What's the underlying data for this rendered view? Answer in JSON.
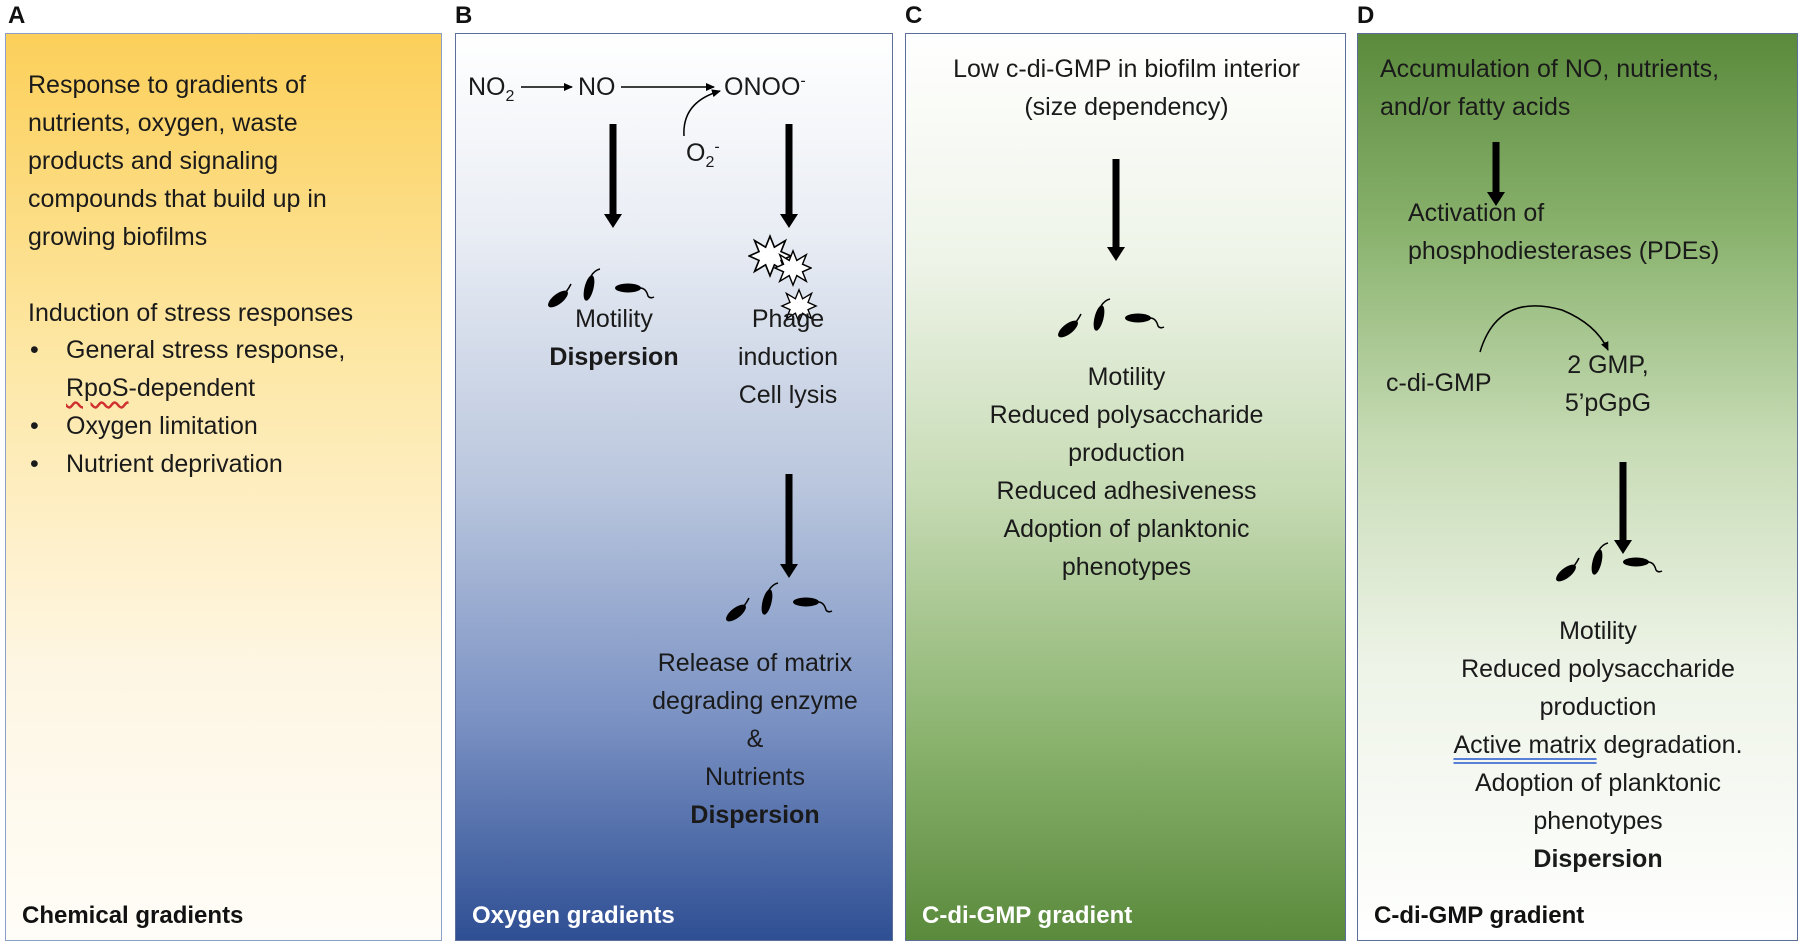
{
  "panels": {
    "a": {
      "letter": "A",
      "intro": "Response to gradients of nutrients, oxygen, waste products and signaling compounds that build up in growing biofilms",
      "heading": "Induction of stress responses",
      "bullets": {
        "b1_line1": "General stress response,",
        "b1_line2_word": "RpoS",
        "b1_line2_rest": "-dependent",
        "b2": "Oxygen limitation",
        "b3": "Nutrient deprivation"
      },
      "footer": "Chemical gradients"
    },
    "b": {
      "letter": "B",
      "no2_base": "NO",
      "no2_sub": "2",
      "no": "NO",
      "onoo_base": "ONOO",
      "onoo_sup": "-",
      "o2_base": "O",
      "o2_sub": "2",
      "o2_sup": "-",
      "motility": "Motility",
      "dispersion1": "Dispersion",
      "phage1": "Phage",
      "phage2": "induction",
      "phage3": "Cell lysis",
      "release1": "Release of matrix",
      "release2": "degrading enzyme",
      "amp": "&",
      "nutrients": "Nutrients",
      "dispersion2": "Dispersion",
      "footer": "Oxygen gradients"
    },
    "c": {
      "letter": "C",
      "top1": "Low c-di-GMP in biofilm interior",
      "top2": "(size dependency)",
      "l1": "Motility",
      "l2": "Reduced polysaccharide",
      "l3": "production",
      "l4": "Reduced adhesiveness",
      "l5": "Adoption of planktonic",
      "l6": "phenotypes",
      "footer": "C-di-GMP gradient"
    },
    "d": {
      "letter": "D",
      "top1": "Accumulation of NO, nutrients,",
      "top2": "and/or fatty acids",
      "act1": "Activation of",
      "act2": "phosphodiesterases (PDEs)",
      "cdigmp": "c-di-GMP",
      "gmp1": "2 GMP,",
      "gmp2": "5’pGpG",
      "l1": "Motility",
      "l2": "Reduced polysaccharide",
      "l3": "production",
      "l4a": "Active matrix",
      "l4b": " degradation.",
      "l5": "Adoption of planktonic",
      "l6": "phenotypes",
      "l7": "Dispersion",
      "footer": "C-di-GMP gradient"
    }
  },
  "colors": {
    "orange": "#fccf59",
    "blue": "#2f4f94",
    "green": "#5a8a3c",
    "border": "#5b6f99"
  },
  "icons": [
    "down-arrow-icon",
    "right-arrow-icon",
    "curved-arrow-icon",
    "bacteria-icon",
    "lysed-cell-icon"
  ]
}
